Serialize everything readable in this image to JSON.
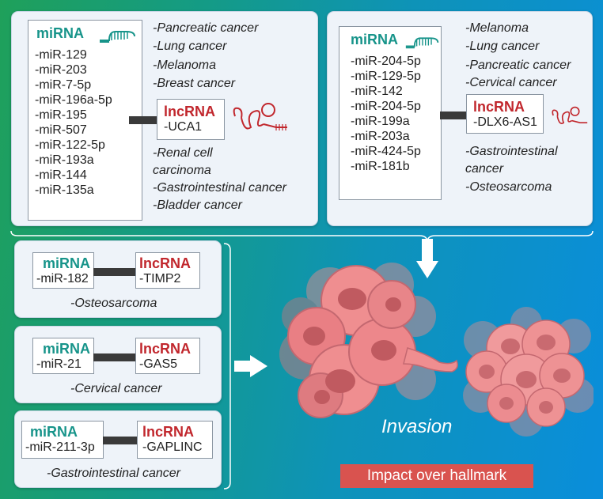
{
  "labels": {
    "mirna": "miRNA",
    "lncrna": "lncRNA"
  },
  "panel_top_left": {
    "mirnas": [
      "-miR-129",
      "-miR-203",
      "-miR-7-5p",
      "-miR-196a-5p",
      "-miR-195",
      "-miR-507",
      "-miR-122-5p",
      "-miR-193a",
      "-miR-144",
      "-miR-135a"
    ],
    "lncrna": "-UCA1",
    "cancers_top": [
      "-Pancreatic cancer",
      "-Lung cancer",
      "-Melanoma",
      "-Breast cancer"
    ],
    "cancers_bottom": [
      "-Renal cell",
      "carcinoma",
      "-Gastrointestinal cancer",
      "-Bladder cancer"
    ]
  },
  "panel_top_right": {
    "mirnas": [
      "-miR-204-5p",
      "-miR-129-5p",
      "-miR-142",
      "-miR-204-5p",
      "-miR-199a",
      "-miR-203a",
      "-miR-424-5p",
      "-miR-181b"
    ],
    "lncrna": "-DLX6-AS1",
    "cancers_top": [
      "-Melanoma",
      "-Lung cancer",
      "-Pancreatic cancer",
      "-Cervical cancer"
    ],
    "cancers_bottom": [
      "-Gastrointestinal",
      "cancer",
      "-Osteosarcoma"
    ]
  },
  "panel_small_1": {
    "mirna": "-miR-182",
    "lncrna": "-TIMP2",
    "cancer": "-Osteosarcoma"
  },
  "panel_small_2": {
    "mirna": "-miR-21",
    "lncrna": "-GAS5",
    "cancer": "-Cervical cancer"
  },
  "panel_small_3": {
    "mirna": "-miR-211-3p",
    "lncrna": "-GAPLINC",
    "cancer": "-Gastrointestinal cancer"
  },
  "invasion_label": "Invasion",
  "hallmark_label": "Impact over hallmark",
  "colors": {
    "mirna": "#17948a",
    "lncrna": "#c1272d",
    "hallmark_bg": "#d9534f",
    "cell_pink": "#ef8e90",
    "nucleus": "#c05a60",
    "background_start": "#1fa05a",
    "background_end": "#0a8edb"
  }
}
